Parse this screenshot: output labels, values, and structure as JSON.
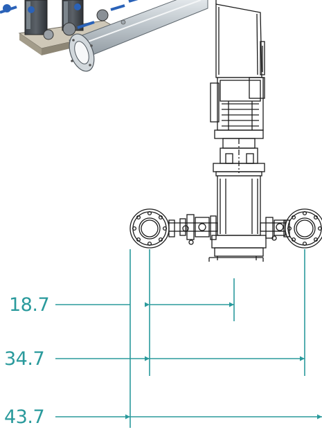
{
  "drawing": {
    "ink_color": "#1a1a1a",
    "dimension_color": "#2a9a9c",
    "dimensions": [
      {
        "label": "18.7"
      },
      {
        "label": "34.7"
      },
      {
        "label": "43.7"
      }
    ]
  }
}
